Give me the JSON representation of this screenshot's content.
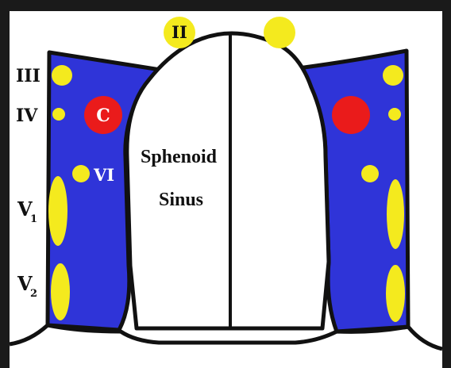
{
  "labels": {
    "top_nerve": "II",
    "left_nerves": {
      "n3": "III",
      "n4": "IV",
      "v1_main": "V",
      "v1_sub": "1",
      "v2_main": "V",
      "v2_sub": "2",
      "n6": "VI"
    },
    "carotid": "C",
    "sinus_line1": "Sphenoid",
    "sinus_line2": "Sinus"
  },
  "colors": {
    "cavernous_sinus": "#2f34d8",
    "nerve": "#f4ea1e",
    "carotid": "#ea1b1b",
    "outline": "#111111",
    "sinus_fill": "#ffffff",
    "background": "#ffffff",
    "frame": "#1a1a1a"
  }
}
